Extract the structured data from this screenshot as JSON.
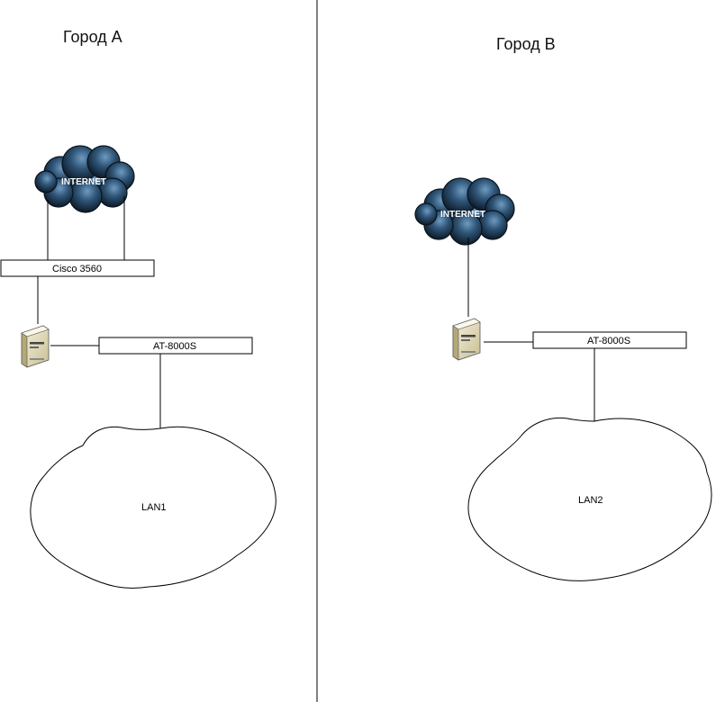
{
  "city_a": {
    "title": "Город А",
    "internet_label": "INTERNET",
    "router_label": "Cisco 3560",
    "switch_label": "AT-8000S",
    "lan_label": "LAN1"
  },
  "city_b": {
    "title": "Город В",
    "internet_label": "INTERNET",
    "switch_label": "AT-8000S",
    "lan_label": "LAN2"
  },
  "colors": {
    "cloud_fill": "#1f3a56",
    "cloud_highlight": "#5f8fb6",
    "line": "#000000",
    "server_body": "#e8e0c0"
  }
}
